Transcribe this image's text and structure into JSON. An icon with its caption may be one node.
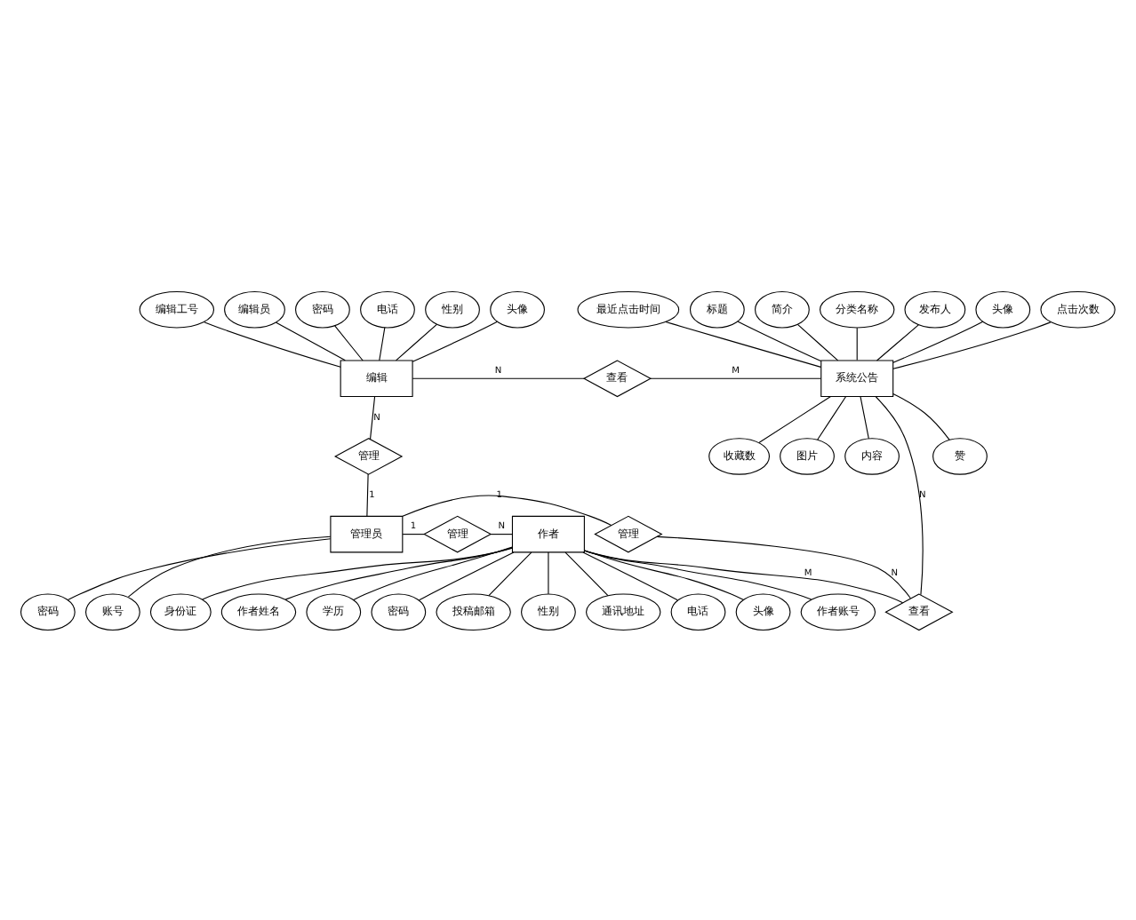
{
  "diagram": {
    "nodes": [
      {
        "text": [
          "编辑工号"
        ]
      },
      {
        "text": [
          "编辑员"
        ]
      },
      {
        "text": [
          "密码"
        ]
      },
      {
        "text": [
          "电话"
        ]
      },
      {
        "text": [
          "性别"
        ]
      },
      {
        "text": [
          "头像"
        ]
      },
      {
        "text": [
          "标题"
        ]
      },
      {
        "text": [
          "简介"
        ]
      },
      {
        "text": [
          "分类名称"
        ]
      },
      {
        "text": [
          "发布人"
        ]
      },
      {
        "text": [
          "头像"
        ]
      },
      {
        "text": [
          "点击次数"
        ]
      },
      {
        "text": [
          "最近点击时间"
        ]
      },
      {
        "text": [
          "赞"
        ]
      },
      {
        "text": [
          "编辑"
        ]
      },
      {
        "text": [
          "查看"
        ]
      },
      {
        "text": [
          "系统公告"
        ]
      },
      {
        "text": [
          "收藏数"
        ]
      },
      {
        "text": [
          "图片"
        ]
      },
      {
        "text": [
          "内容"
        ]
      },
      {
        "text": [
          "管理"
        ]
      },
      {
        "text": [
          "查看"
        ]
      },
      {
        "text": [
          "管理"
        ]
      },
      {
        "text": [
          "管理员"
        ]
      },
      {
        "text": [
          "管理"
        ]
      },
      {
        "text": [
          "作者"
        ]
      },
      {
        "text": [
          "作者账号"
        ]
      },
      {
        "text": [
          "身份证"
        ]
      },
      {
        "text": [
          "账号"
        ]
      },
      {
        "text": [
          "作者姓名"
        ]
      },
      {
        "text": [
          "学历"
        ]
      },
      {
        "text": [
          "密码"
        ]
      },
      {
        "text": [
          "密码"
        ]
      },
      {
        "text": [
          "投稿邮箱"
        ]
      },
      {
        "text": [
          "性别"
        ]
      },
      {
        "text": [
          "通讯地址"
        ]
      },
      {
        "text": [
          "电话"
        ]
      },
      {
        "text": [
          "头像"
        ]
      }
    ],
    "edges": [
      {
        "from": 0,
        "to": 14,
        "arrow": "none"
      },
      {
        "from": 1,
        "to": 14,
        "arrow": "none"
      },
      {
        "from": 2,
        "to": 14,
        "arrow": "none"
      },
      {
        "from": 3,
        "to": 14,
        "arrow": "none"
      },
      {
        "from": 4,
        "to": 14,
        "arrow": "none"
      },
      {
        "from": 5,
        "to": 14,
        "arrow": "none"
      },
      {
        "from": 6,
        "to": 16,
        "arrow": "none"
      },
      {
        "from": 7,
        "to": 16,
        "arrow": "none"
      },
      {
        "from": 8,
        "to": 16,
        "arrow": "none"
      },
      {
        "from": 9,
        "to": 16,
        "arrow": "none"
      },
      {
        "from": 10,
        "to": 16,
        "arrow": "none"
      },
      {
        "from": 11,
        "to": 16,
        "arrow": "none"
      },
      {
        "from": 12,
        "to": 16,
        "arrow": "none"
      },
      {
        "from": 16,
        "to": 13,
        "arrow": "none"
      },
      {
        "from": 16,
        "to": 17,
        "arrow": "none"
      },
      {
        "from": 16,
        "to": 18,
        "arrow": "none"
      },
      {
        "from": 16,
        "to": 19,
        "arrow": "none"
      },
      {
        "from": 14,
        "to": 15,
        "arrow": "none",
        "label": "N"
      },
      {
        "from": 15,
        "to": 16,
        "arrow": "none",
        "label": "M"
      },
      {
        "from": 14,
        "to": 20,
        "arrow": "none",
        "label": "N"
      },
      {
        "from": 20,
        "to": 23,
        "arrow": "none",
        "label": "1"
      },
      {
        "from": 16,
        "to": 21,
        "arrow": "none",
        "label": "N"
      },
      {
        "from": 21,
        "to": 25,
        "arrow": "none",
        "label": "M"
      },
      {
        "from": 23,
        "to": 22,
        "arrow": "none",
        "label": "1"
      },
      {
        "from": 22,
        "to": 21,
        "arrow": "none",
        "label": "N"
      },
      {
        "from": 23,
        "to": 24,
        "arrow": "none",
        "label": "1"
      },
      {
        "from": 24,
        "to": 25,
        "arrow": "none",
        "label": "N"
      },
      {
        "from": 23,
        "to": 28,
        "arrow": "none"
      },
      {
        "from": 23,
        "to": 31,
        "arrow": "none"
      },
      {
        "from": 25,
        "to": 26,
        "arrow": "none"
      },
      {
        "from": 25,
        "to": 27,
        "arrow": "none"
      },
      {
        "from": 25,
        "to": 29,
        "arrow": "none"
      },
      {
        "from": 25,
        "to": 30,
        "arrow": "none"
      },
      {
        "from": 25,
        "to": 32,
        "arrow": "none"
      },
      {
        "from": 25,
        "to": 33,
        "arrow": "none"
      },
      {
        "from": 25,
        "to": 34,
        "arrow": "none"
      },
      {
        "from": 25,
        "to": 35,
        "arrow": "none"
      },
      {
        "from": 25,
        "to": 36,
        "arrow": "none"
      },
      {
        "from": 25,
        "to": 37,
        "arrow": "none"
      }
    ]
  }
}
